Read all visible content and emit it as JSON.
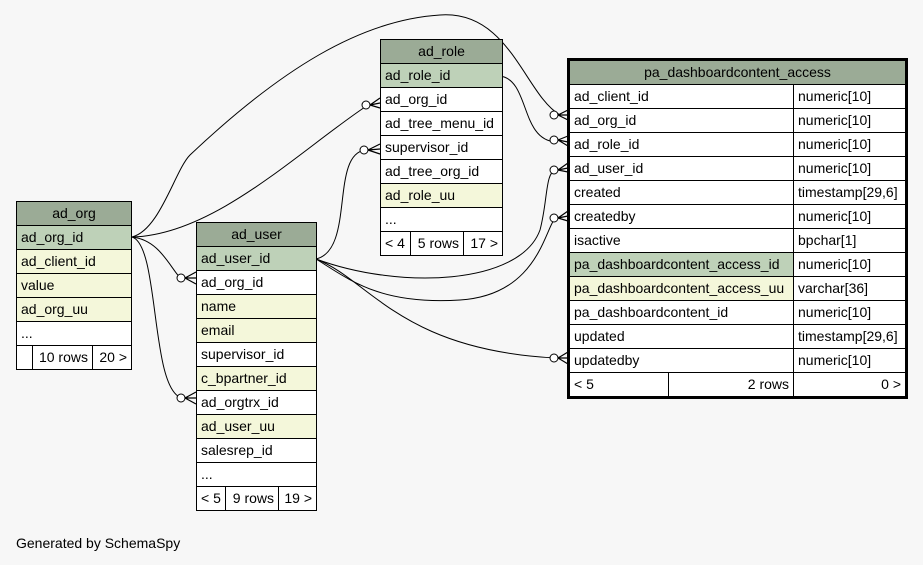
{
  "tables": {
    "ad_org": {
      "name": "ad_org",
      "columns": [
        {
          "name": "ad_org_id",
          "kind": "pk"
        },
        {
          "name": "ad_client_id",
          "kind": "idx"
        },
        {
          "name": "value",
          "kind": "idx"
        },
        {
          "name": "ad_org_uu",
          "kind": "idx"
        },
        {
          "name": "...",
          "kind": "plain"
        }
      ],
      "footer": [
        "",
        "10 rows",
        "20 >"
      ]
    },
    "ad_user": {
      "name": "ad_user",
      "columns": [
        {
          "name": "ad_user_id",
          "kind": "pk"
        },
        {
          "name": "ad_org_id",
          "kind": "plain"
        },
        {
          "name": "name",
          "kind": "idx"
        },
        {
          "name": "email",
          "kind": "idx"
        },
        {
          "name": "supervisor_id",
          "kind": "plain"
        },
        {
          "name": "c_bpartner_id",
          "kind": "idx"
        },
        {
          "name": "ad_orgtrx_id",
          "kind": "plain"
        },
        {
          "name": "ad_user_uu",
          "kind": "idx"
        },
        {
          "name": "salesrep_id",
          "kind": "plain"
        },
        {
          "name": "...",
          "kind": "plain"
        }
      ],
      "footer": [
        "< 5",
        "9 rows",
        "19 >"
      ]
    },
    "ad_role": {
      "name": "ad_role",
      "columns": [
        {
          "name": "ad_role_id",
          "kind": "pk"
        },
        {
          "name": "ad_org_id",
          "kind": "plain"
        },
        {
          "name": "ad_tree_menu_id",
          "kind": "plain"
        },
        {
          "name": "supervisor_id",
          "kind": "plain"
        },
        {
          "name": "ad_tree_org_id",
          "kind": "plain"
        },
        {
          "name": "ad_role_uu",
          "kind": "idx"
        },
        {
          "name": "...",
          "kind": "plain"
        }
      ],
      "footer": [
        "< 4",
        "5 rows",
        "17 >"
      ]
    },
    "pa_dashboardcontent_access": {
      "name": "pa_dashboardcontent_access",
      "columns": [
        {
          "name": "ad_client_id",
          "type": "numeric[10]",
          "kind": "plain"
        },
        {
          "name": "ad_org_id",
          "type": "numeric[10]",
          "kind": "plain"
        },
        {
          "name": "ad_role_id",
          "type": "numeric[10]",
          "kind": "plain"
        },
        {
          "name": "ad_user_id",
          "type": "numeric[10]",
          "kind": "plain"
        },
        {
          "name": "created",
          "type": "timestamp[29,6]",
          "kind": "plain"
        },
        {
          "name": "createdby",
          "type": "numeric[10]",
          "kind": "plain"
        },
        {
          "name": "isactive",
          "type": "bpchar[1]",
          "kind": "plain"
        },
        {
          "name": "pa_dashboardcontent_access_id",
          "type": "numeric[10]",
          "kind": "pk"
        },
        {
          "name": "pa_dashboardcontent_access_uu",
          "type": "varchar[36]",
          "kind": "idx"
        },
        {
          "name": "pa_dashboardcontent_id",
          "type": "numeric[10]",
          "kind": "plain"
        },
        {
          "name": "updated",
          "type": "timestamp[29,6]",
          "kind": "plain"
        },
        {
          "name": "updatedby",
          "type": "numeric[10]",
          "kind": "plain"
        }
      ],
      "footer": [
        "< 5",
        "2 rows",
        "0 >"
      ]
    }
  },
  "footer_text": "Generated by SchemaSpy"
}
